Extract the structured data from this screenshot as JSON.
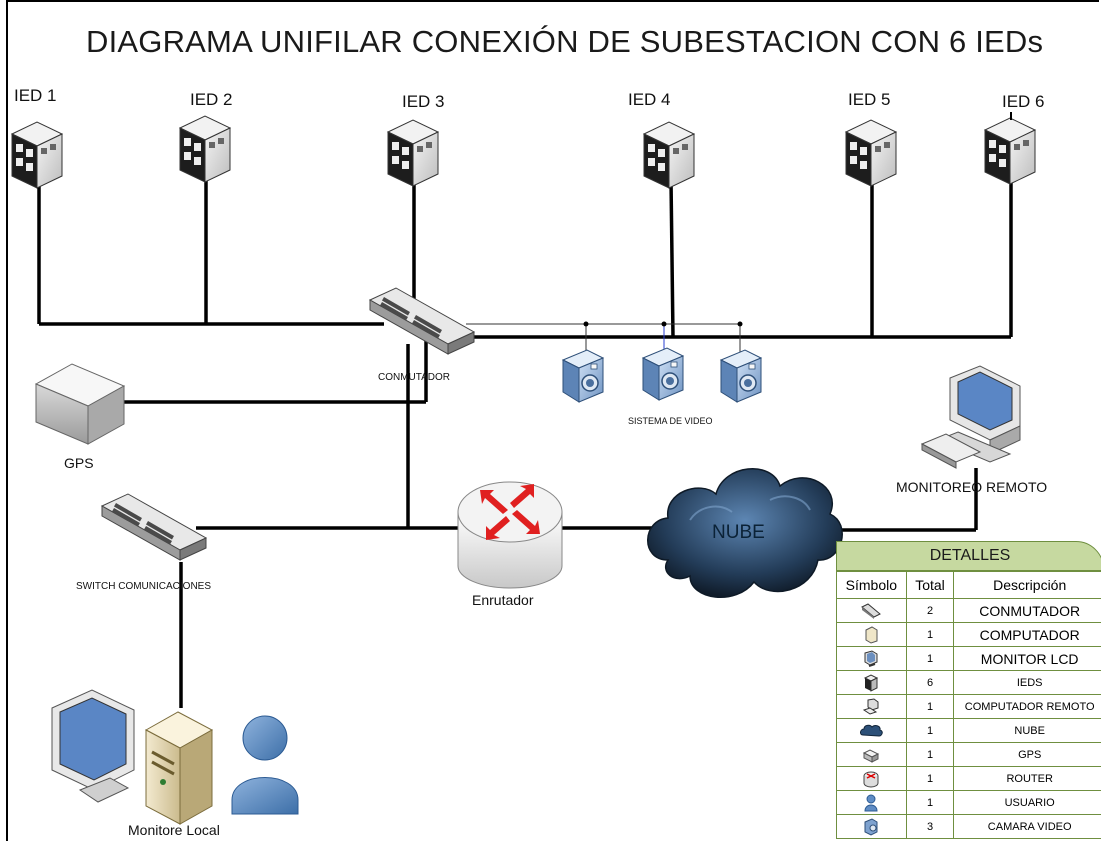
{
  "title": "DIAGRAMA UNIFILAR CONEXIÓN DE SUBESTACION CON 6 IEDs",
  "ieds": [
    "IED 1",
    "IED 2",
    "IED 3",
    "IED 4",
    "IED 5",
    "IED 6"
  ],
  "labels": {
    "conmutador": "CONMUTADOR",
    "sistema_video": "SISTEMA DE VIDEO",
    "gps": "GPS",
    "switch": "SWITCH COMUNICACIONES",
    "router": "Enrutador",
    "nube": "NUBE",
    "monitoreo_remoto": "MONITOREO REMOTO",
    "monitor_local": "Monitore Local"
  },
  "details": {
    "title": "DETALLES",
    "headers": [
      "Símbolo",
      "Total",
      "Descripción"
    ],
    "rows": [
      {
        "icon": "switch-icon",
        "total": "2",
        "desc": "CONMUTADOR"
      },
      {
        "icon": "computer-icon",
        "total": "1",
        "desc": "COMPUTADOR"
      },
      {
        "icon": "monitor-icon",
        "total": "1",
        "desc": "MONITOR LCD"
      },
      {
        "icon": "ied-icon",
        "total": "6",
        "desc": "IEDS"
      },
      {
        "icon": "workstation-icon",
        "total": "1",
        "desc": "COMPUTADOR REMOTO"
      },
      {
        "icon": "cloud-icon",
        "total": "1",
        "desc": "NUBE"
      },
      {
        "icon": "gps-icon",
        "total": "1",
        "desc": "GPS"
      },
      {
        "icon": "router-icon",
        "total": "1",
        "desc": "ROUTER"
      },
      {
        "icon": "user-icon",
        "total": "1",
        "desc": "USUARIO"
      },
      {
        "icon": "camera-icon",
        "total": "3",
        "desc": "CAMARA VIDEO"
      }
    ]
  }
}
